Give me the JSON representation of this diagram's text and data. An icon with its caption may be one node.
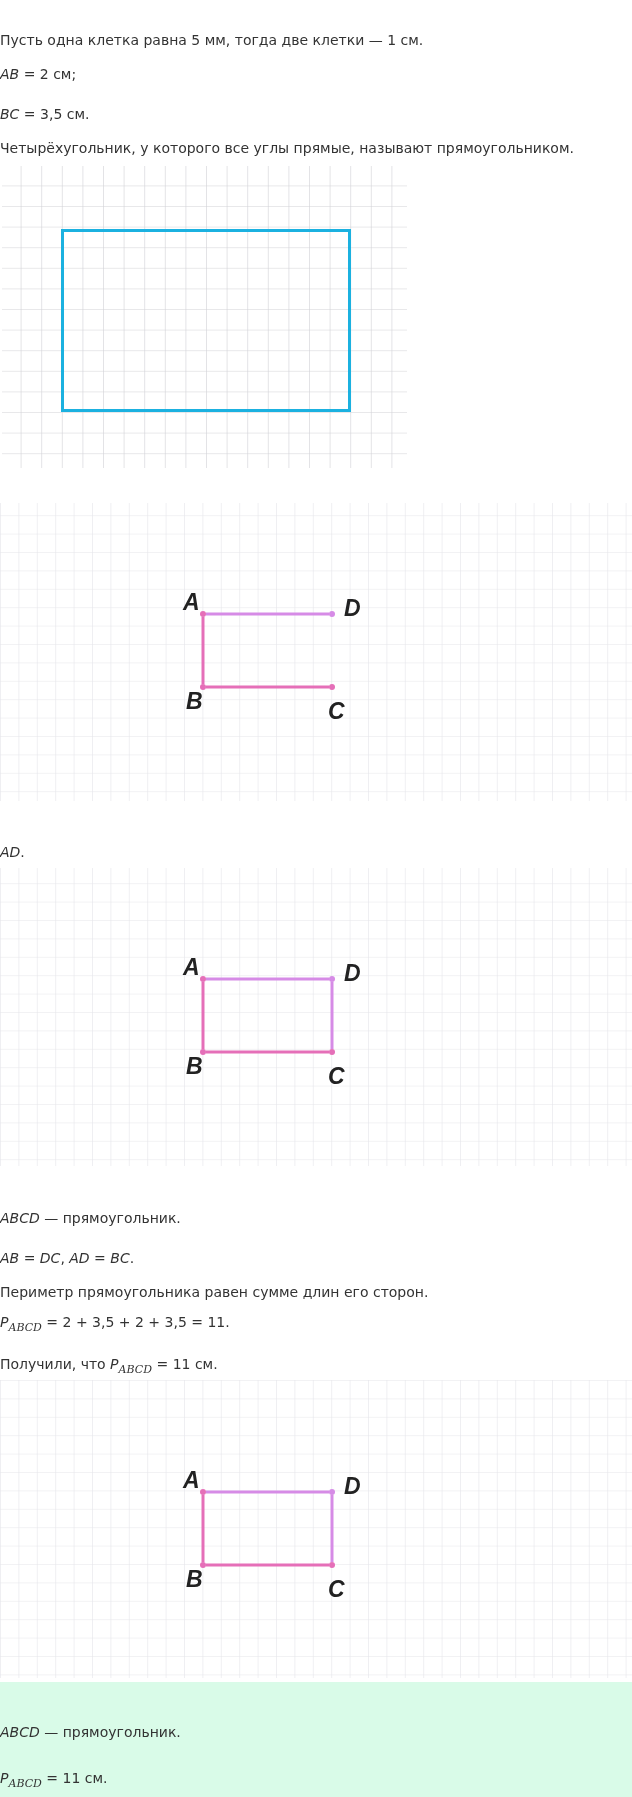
{
  "diagram": {
    "nodes": [
      {
        "text": [],
        "shape": "box"
      },
      {
        "text": [],
        "shape": "circle",
        "beside": [
          "A"
        ]
      },
      {
        "text": [],
        "shape": "circle",
        "beside": [
          "D"
        ]
      },
      {
        "text": [],
        "shape": "circle",
        "beside": [
          "B"
        ]
      },
      {
        "text": [],
        "shape": "circle",
        "beside": [
          "C"
        ]
      },
      {
        "text": [],
        "shape": "circle",
        "beside": [
          "A"
        ]
      },
      {
        "text": [],
        "shape": "circle",
        "beside": [
          "D"
        ]
      },
      {
        "text": [],
        "shape": "circle",
        "beside": [
          "B"
        ]
      },
      {
        "text": [],
        "shape": "circle",
        "beside": [
          "C"
        ]
      },
      {
        "text": [],
        "shape": "circle",
        "beside": [
          "A"
        ]
      },
      {
        "text": [],
        "shape": "circle",
        "beside": [
          "D"
        ]
      },
      {
        "text": [],
        "shape": "circle",
        "beside": [
          "B"
        ]
      },
      {
        "text": [],
        "shape": "circle",
        "beside": [
          "C"
        ]
      }
    ],
    "edges": [
      {
        "from": 1,
        "to": 2,
        "arrow": "none",
        "color": "#d68be6"
      },
      {
        "from": 1,
        "to": 3,
        "arrow": "none"
      },
      {
        "from": 3,
        "to": 4,
        "arrow": "none"
      },
      {
        "from": 5,
        "to": 6,
        "arrow": "none",
        "color": "#d68be6"
      },
      {
        "from": 5,
        "to": 7,
        "arrow": "none"
      },
      {
        "from": 7,
        "to": 8,
        "arrow": "none"
      },
      {
        "from": 6,
        "to": 8,
        "arrow": "none",
        "color": "#d68be6"
      },
      {
        "from": 9,
        "to": 10,
        "arrow": "none",
        "color": "#d68be6"
      },
      {
        "from": 9,
        "to": 11,
        "arrow": "none"
      },
      {
        "from": 11,
        "to": 12,
        "arrow": "none"
      },
      {
        "from": 10,
        "to": 12,
        "arrow": "none",
        "color": "#d68be6"
      }
    ],
    "labels": [
      "Пусть одна клетка равна 5 мм, тогда две клетки — 1 см.",
      "*AB* = 2 см;",
      "*BC* = 3,5 см.",
      "Четырёхугольник, у которого все углы прямые, называют прямоугольником.",
      "*AD*.",
      "*ABCD* — прямоугольник.",
      "*AB* = *DC*,  *AD* = *BC*.",
      "Периметр прямоугольника равен сумме длин его сторон.",
      "*P*$_{ABCD}$ = 2 + 3,5 + 2 + 3,5 = 11.",
      "Получили, что *P*$_{ABCD}$ = 11 см.",
      "*ABCD* — прямоугольник.",
      "*P*$_{ABCD}$ = 11 см."
    ]
  }
}
